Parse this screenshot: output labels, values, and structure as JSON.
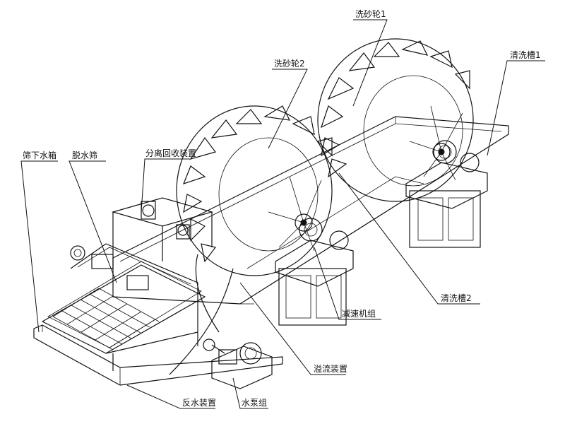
{
  "labels": {
    "sand_wheel_1": "洗砂轮1",
    "sand_wheel_2": "洗砂轮2",
    "wash_tank_1": "清洗槽1",
    "wash_tank_2": "清洗槽2",
    "underscreen_tank": "筛下水箱",
    "dewatering_screen": "脱水筛",
    "separation_recovery": "分离回收装置",
    "reducer_unit": "减速机组",
    "overflow_device": "溢流装置",
    "backwater_device": "反水装置",
    "pump_unit": "水泵组"
  }
}
